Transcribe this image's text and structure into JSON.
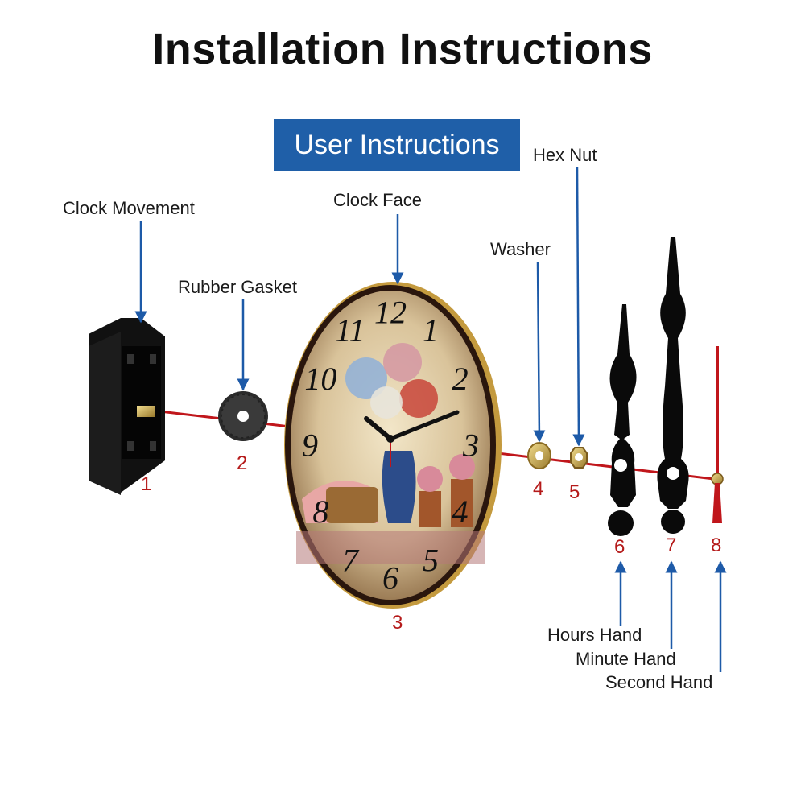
{
  "title": "Installation Instructions",
  "banner": "User Instructions",
  "colors": {
    "banner": "#1f5fa8",
    "arrow": "#1d5aa8",
    "shaft": "#c0161b",
    "number": "#b51a1a"
  },
  "parts": [
    {
      "name": "Clock Movement",
      "number": "1"
    },
    {
      "name": "Rubber Gasket",
      "number": "2"
    },
    {
      "name": "Clock Face",
      "number": "3"
    },
    {
      "name": "Washer",
      "number": "4"
    },
    {
      "name": "Hex Nut",
      "number": "5"
    },
    {
      "name": "Hours Hand",
      "number": "6"
    },
    {
      "name": "Minute Hand",
      "number": "7"
    },
    {
      "name": "Second Hand",
      "number": "8"
    }
  ],
  "dial_numerals": [
    "12",
    "1",
    "2",
    "3",
    "4",
    "5",
    "6",
    "7",
    "8",
    "9",
    "10",
    "11"
  ]
}
